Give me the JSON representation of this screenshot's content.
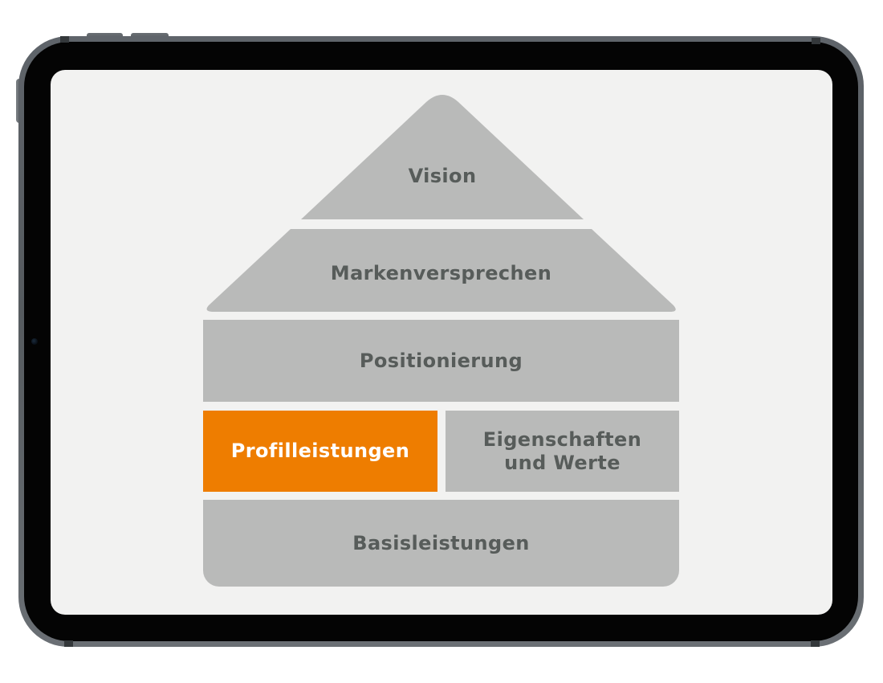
{
  "colors": {
    "highlight_orange": "#ee7d00",
    "block_gray": "#b9bab9",
    "text_dark": "#575c5a",
    "text_on_highlight": "#ffffff",
    "screen_background": "#f2f2f1",
    "frame_gray": "#575c60"
  },
  "brand_house": {
    "vision": {
      "label": "Vision"
    },
    "markenversprechen": {
      "label": "Markenversprechen"
    },
    "positionierung": {
      "label": "Positionierung"
    },
    "profilleistungen": {
      "label": "Profilleistungen",
      "highlighted": true
    },
    "eigenschaften_werte": {
      "line1": "Eigenschaften",
      "line2": "und Werte"
    },
    "basisleistungen": {
      "label": "Basisleistungen"
    }
  }
}
